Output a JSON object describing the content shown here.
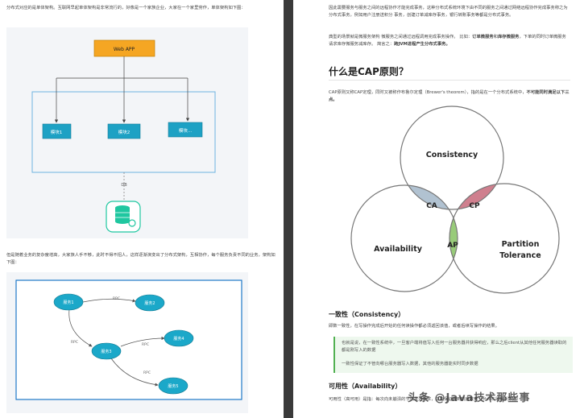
{
  "left": {
    "para1": "分布式对应的是单体架构。互联网早起单体架构是非常流行的，好像是一个家族企业，大家在一个家里劳作，单体架构如下图：",
    "diagram1": {
      "top_box": "Web APP",
      "modules": [
        "模块1",
        "模块2",
        "模块..."
      ],
      "db_label": "DB"
    },
    "para2": "但是随着业务的复杂度增高，大家族人手不够，此时不得不招人，这样逐渐演变出了分布式架构，互相协作，每个服务负责不同的业务，架构如下图：",
    "diagram2": {
      "services": [
        "服务1",
        "服务2",
        "服务3",
        "服务4",
        "服务5"
      ],
      "edge_label": "RPC"
    }
  },
  "right": {
    "para1": "因此需要服务与服务之间的远程协作才能完成事务，这种分布式系统环境下由不同的服务之间通过网络远程协作完成事务称之为分布式事务，例如用户注册送积分 事务，创建订单减库存事务，银行转账事务等都是分布式事务。",
    "para2_a": "典型的场景就是微服务架构 微服务之间通过远程调用完成事务操作。 比如：",
    "para2_b": "订单微服务",
    "para2_c": "和",
    "para2_d": "库存微服务",
    "para2_e": "，下单的同时订单微服务请求库存微服务减库存。 简言之：",
    "para2_f": "跨JVM进程产生分布式事务。",
    "heading_cap": "什么是CAP原则？",
    "para3_a": "CAP原则又称CAP定理，同时又被称作布鲁尔定理（Brewer's theorem），指的是在一个分布式系统中，",
    "para3_b": "不可能同时满足以下三点。",
    "venn": {
      "consistency": "Consistency",
      "availability": "Availability",
      "partition_1": "Partition",
      "partition_2": "Tolerance",
      "ca": "CA",
      "cp": "CP",
      "ap": "AP",
      "colors": {
        "ca": "#a3b7c9",
        "cp": "#c7697a",
        "ap": "#8dc56a"
      }
    },
    "heading_consistency": "一致性（Consistency）",
    "para_consistency": "即数一致性，在写操作完成后开始的任何读操作都必须返回该值，或者后续写操作的结果。",
    "note1": "也就是说，在一致性系统中，一旦客户端将值写入任何一台服务器并获得响应，那么之后client从其他任何服务器读取的都是刚写入的数据",
    "note2": "一致性保证了不管向哪台服务器写入数据，其他的服务器能实时同步数据",
    "heading_availability": "可用性（Availability）",
    "para_availability": "可用性（高可用）是指：每次向未崩溃的节点发送请求，总能保证收到响应数据（允许不是最新数据）",
    "watermark": "头条 @Java技术那些事"
  }
}
